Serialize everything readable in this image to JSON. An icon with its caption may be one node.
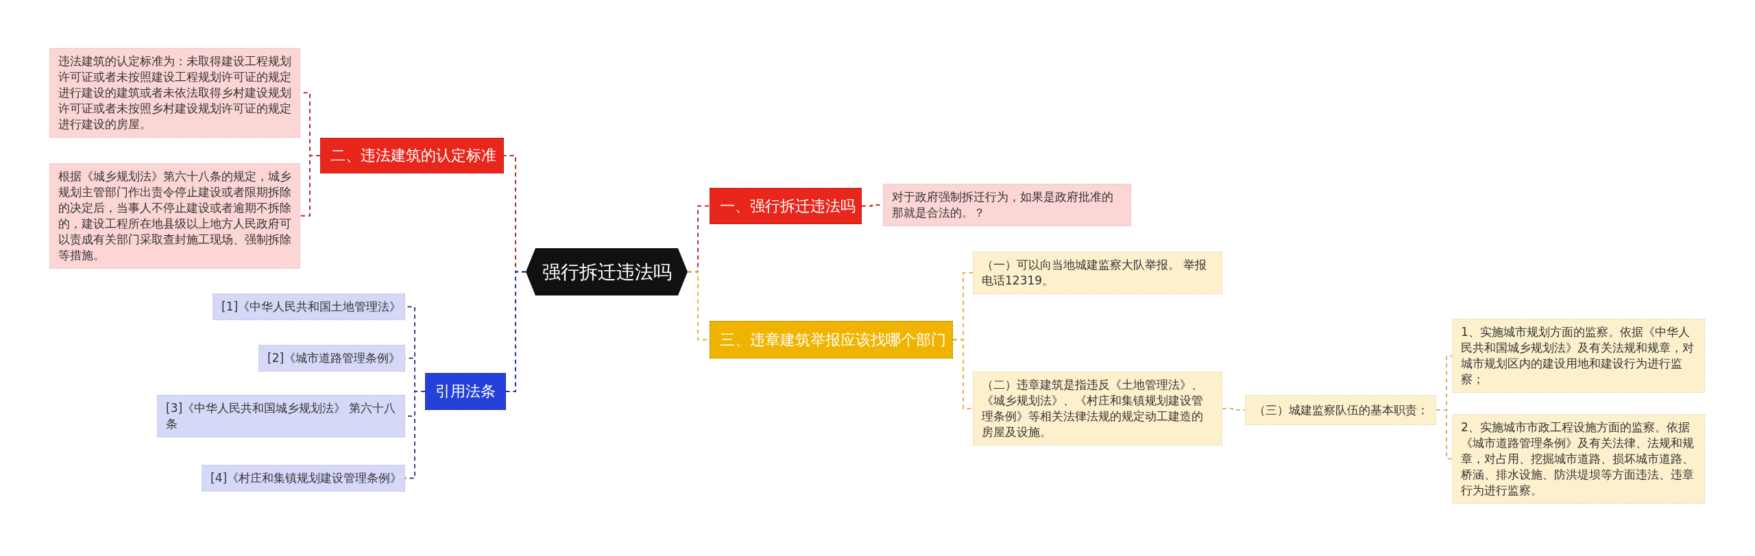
{
  "diagram": {
    "nodes": [
      {
        "text": [
          "强行拆迁违法吗"
        ]
      },
      {
        "text": [
          "一、强行拆迁违法吗"
        ]
      },
      {
        "text": [
          "对于政府强制拆迁行为，如果是政府批准的那就是合法的。？"
        ]
      },
      {
        "text": [
          "三、违章建筑举报应该找哪个部门"
        ]
      },
      {
        "text": [
          "（一）可以向当地城建监察大队举报。 举报电话12319。"
        ]
      },
      {
        "text": [
          "（二）违章建筑是指违反《土地管理法》、《城乡规划法》、《村庄和集镇规划建设管理条例》等相关法律法规的规定动工建造的房屋及设施。"
        ]
      },
      {
        "text": [
          "（三）城建监察队伍的基本职责："
        ]
      },
      {
        "text": [
          "1、实施城市规划方面的监察。依据《中华人民共和国城乡规划法》及有关法规和规章，对城市规划区内的建设用地和建设行为进行监察；"
        ]
      },
      {
        "text": [
          "2、实施城市市政工程设施方面的监察。依据《城市道路管理条例》及有关法律、法规和规章，对占用、挖掘城市道路、损坏城市道路、桥涵、排水设施、防洪堤坝等方面违法、违章行为进行监察。"
        ]
      },
      {
        "text": [
          "二、违法建筑的认定标准"
        ]
      },
      {
        "text": [
          "违法建筑的认定标准为：未取得建设工程规划许可证或者未按照建设工程规划许可证的规定进行建设的建筑或者未依法取得乡村建设规划许可证或者未按照乡村建设规划许可证的规定进行建设的房屋。"
        ]
      },
      {
        "text": [
          "根据《城乡规划法》第六十八条的规定，城乡规划主管部门作出责令停止建设或者限期拆除的决定后，当事人不停止建设或者逾期不拆除的，建设工程所在地县级以上地方人民政府可以责成有关部门采取查封施工现场、强制拆除等措施。"
        ]
      },
      {
        "text": [
          "引用法条"
        ]
      },
      {
        "text": [
          "[1]《中华人民共和国土地管理法》"
        ]
      },
      {
        "text": [
          "[2]《城市道路管理条例》"
        ]
      },
      {
        "text": [
          "[3]《中华人民共和国城乡规划法》 第六十八条"
        ]
      },
      {
        "text": [
          "[4]《村庄和集镇规划建设管理条例》"
        ]
      }
    ],
    "edges": [
      {
        "from": 0,
        "to": 1,
        "arrow": "none",
        "style": "dashed",
        "color": "#b22d2d"
      },
      {
        "from": 1,
        "to": 2,
        "arrow": "none",
        "style": "dashed",
        "color": "#b22d2d"
      },
      {
        "from": 0,
        "to": 3,
        "arrow": "none",
        "style": "dashed",
        "color": "#e6b23c"
      },
      {
        "from": 3,
        "to": 4,
        "arrow": "none",
        "style": "dashed",
        "color": "#e6b23c"
      },
      {
        "from": 3,
        "to": 5,
        "arrow": "none",
        "style": "dashed",
        "color": "#e6b23c"
      },
      {
        "from": 5,
        "to": 6,
        "arrow": "none",
        "style": "dashed",
        "color": "#d9b36a"
      },
      {
        "from": 6,
        "to": 7,
        "arrow": "none",
        "style": "dashed",
        "color": "#d9b36a"
      },
      {
        "from": 6,
        "to": 8,
        "arrow": "none",
        "style": "dashed",
        "color": "#d9b36a"
      },
      {
        "from": 0,
        "to": 9,
        "arrow": "none",
        "style": "dashed",
        "color": "#b22d2d"
      },
      {
        "from": 9,
        "to": 10,
        "arrow": "none",
        "style": "dashed",
        "color": "#b22d2d"
      },
      {
        "from": 9,
        "to": 11,
        "arrow": "none",
        "style": "dashed",
        "color": "#b22d2d"
      },
      {
        "from": 0,
        "to": 12,
        "arrow": "none",
        "style": "dashed",
        "color": "#1e35b5"
      },
      {
        "from": 12,
        "to": 13,
        "arrow": "none",
        "style": "dashed",
        "color": "#3a3f8a"
      },
      {
        "from": 12,
        "to": 14,
        "arrow": "none",
        "style": "dashed",
        "color": "#3a3f8a"
      },
      {
        "from": 12,
        "to": 15,
        "arrow": "none",
        "style": "dashed",
        "color": "#3a3f8a"
      },
      {
        "from": 12,
        "to": 16,
        "arrow": "none",
        "style": "dashed",
        "color": "#3a3f8a"
      }
    ]
  }
}
